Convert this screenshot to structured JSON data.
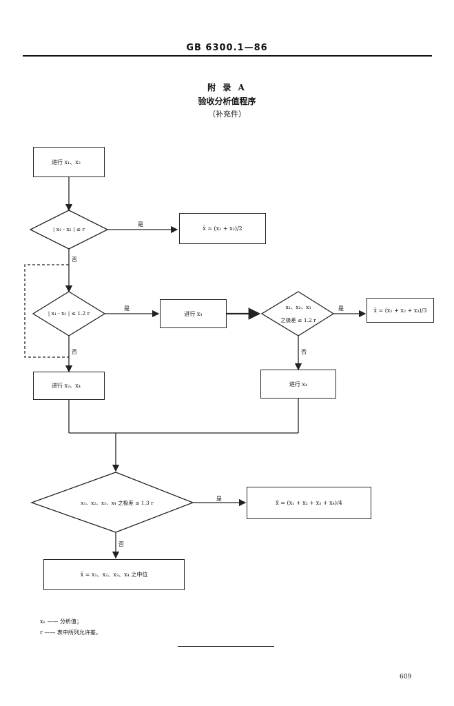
{
  "header": {
    "standard_code": "GB 6300.1—86"
  },
  "titles": {
    "appendix": "附 录 A",
    "procedure": "验收分析值程序",
    "note": "（补充件）"
  },
  "flowchart": {
    "box_start": "进行 x₁、x₂",
    "decision_1": "| x₁ - x₂ | ≤ r",
    "yes_1": "是",
    "result_1": "x̄ = (x₁ + x₂)/2",
    "no_1": "否",
    "decision_2": "| x₁ - x₂ | ≤ 1.2 r",
    "yes_2": "是",
    "box_x3": "进行 x₃",
    "decision_3_line1": "x₁、x₂、x₃",
    "decision_3_line2": "之极差 ≤ 1.2 r",
    "yes_3": "是",
    "result_3": "x̄ = (x₁ + x₂ + x₃)/3",
    "no_2": "否",
    "box_x3x4": "进行 x₃、x₄",
    "no_3": "否",
    "box_x4": "进行 x₄",
    "decision_4": "x₁、x₂、x₃、x₄ 之极差 ≤ 1.3 r",
    "yes_4": "是",
    "result_4": "x̄ = (x₁ + x₂ + x₃ + x₄)/4",
    "no_4": "否",
    "result_median": "x̄ = x₁、x₂、x₃、x₄ 之中位"
  },
  "legend": {
    "line1": "xₙ —— 分析值；",
    "line2": "r —— 表中所列允许差。"
  },
  "footer": {
    "page_number": "609"
  }
}
